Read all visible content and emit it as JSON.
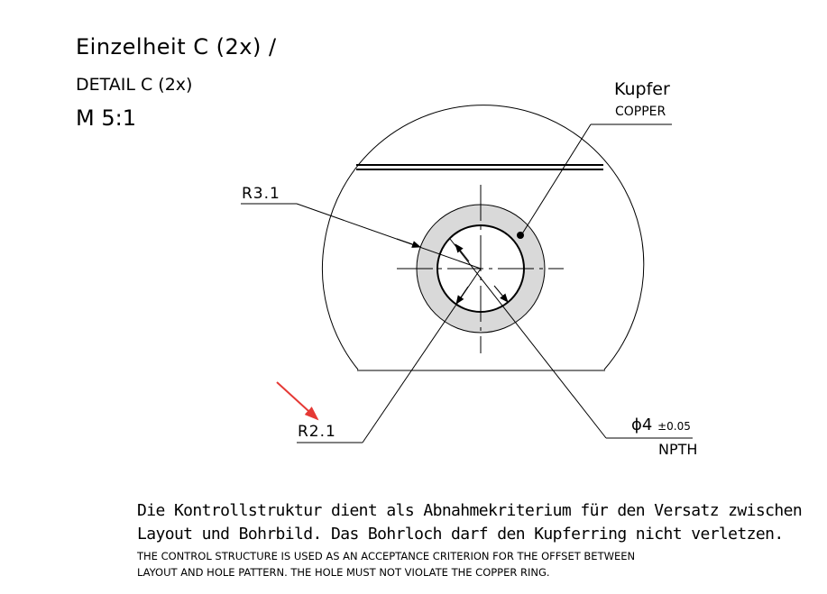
{
  "title_de": "Einzelheit C (2x) /",
  "title_en": "DETAIL C (2x)",
  "scale": "M  5:1",
  "material": {
    "de": "Kupfer",
    "en": "COPPER"
  },
  "dimensions": {
    "outer_radius": "R3.1",
    "inner_radius": "R2.1",
    "diameter": "ϕ4",
    "tolerance": "±0.05",
    "hole_type": "NPTH"
  },
  "note": {
    "de_line1": "Die Kontrollstruktur dient als Abnahmekriterium für den Versatz zwischen",
    "de_line2": "Layout und Bohrbild. Das Bohrloch darf den Kupferring nicht verletzen.",
    "en_line1": "THE CONTROL STRUCTURE IS USED AS AN ACCEPTANCE CRITERION FOR THE OFFSET BETWEEN",
    "en_line2": "LAYOUT AND HOLE PATTERN. THE HOLE MUST NOT VIOLATE THE COPPER RING."
  },
  "annotation_arrow_color": "#e53935",
  "ring_fill_color": "#d9d9d9"
}
